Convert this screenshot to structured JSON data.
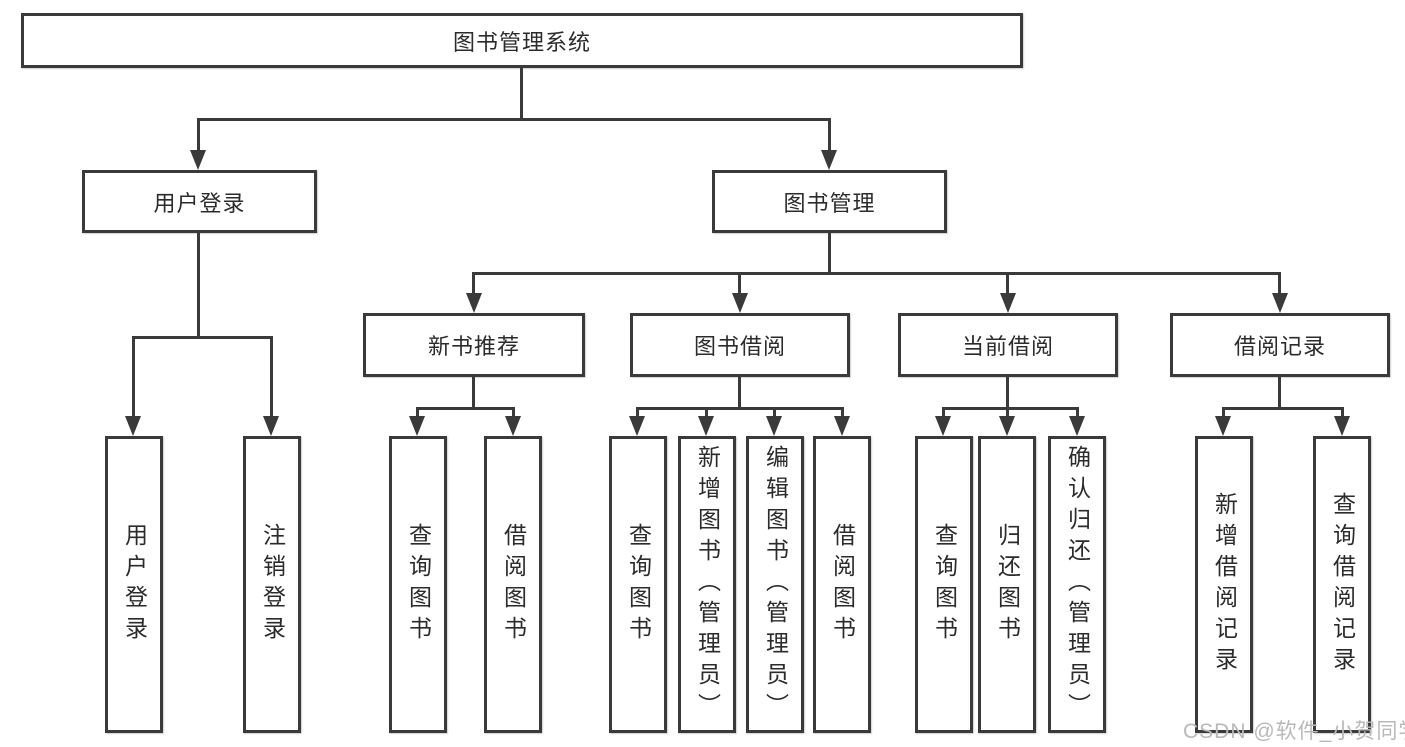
{
  "root": {
    "label": "图书管理系统"
  },
  "login": {
    "label": "用户登录",
    "leaves": [
      "用户登录",
      "注销登录"
    ]
  },
  "management": {
    "label": "图书管理"
  },
  "modules": {
    "new_book": {
      "label": "新书推荐",
      "leaves": [
        "查询图书",
        "借阅图书"
      ]
    },
    "borrow": {
      "label": "图书借阅",
      "leaves": [
        "查询图书",
        "新增图书（管理员）",
        "编辑图书（管理员）",
        "借阅图书"
      ]
    },
    "current": {
      "label": "当前借阅",
      "leaves": [
        "查询图书",
        "归还图书",
        "确认归还（管理员）"
      ]
    },
    "records": {
      "label": "借阅记录",
      "leaves": [
        "新增借阅记录",
        "查询借阅记录"
      ]
    }
  },
  "watermark": "CSDN @软件_小贺同学",
  "colors": {
    "line": "#3a3a3a",
    "text": "#2b2b2b",
    "watermark": "#b9b9b9",
    "background": "#ffffff"
  }
}
